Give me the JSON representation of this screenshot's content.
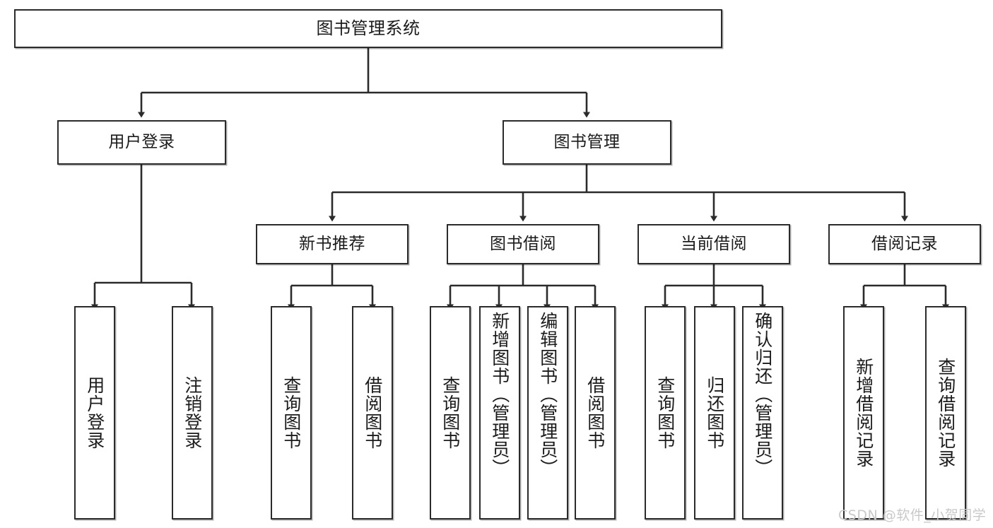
{
  "diagram": {
    "title": "图书管理系统",
    "type": "功能结构图",
    "watermark": "CSDN @软件_小贺同学",
    "colors": {
      "stroke": "#2b2b2b",
      "fill": "#ffffff",
      "text": "#1b1b1b",
      "watermark": "#c9c9c9"
    },
    "nodes": {
      "root": {
        "label": "图书管理系统"
      },
      "level2": [
        {
          "id": "user-login",
          "label": "用户登录"
        },
        {
          "id": "book-manage",
          "label": "图书管理"
        }
      ],
      "level3": [
        {
          "id": "new-book-recommend",
          "label": "新书推荐"
        },
        {
          "id": "book-borrow",
          "label": "图书借阅"
        },
        {
          "id": "current-borrow",
          "label": "当前借阅"
        },
        {
          "id": "borrow-record",
          "label": "借阅记录"
        }
      ],
      "leaves": {
        "user-login": [
          {
            "id": "leaf-user-login",
            "label": "用户登录"
          },
          {
            "id": "leaf-logout",
            "label": "注销登录"
          }
        ],
        "new-book-recommend": [
          {
            "id": "leaf-query-book-1",
            "label": "查询图书"
          },
          {
            "id": "leaf-borrow-book-1",
            "label": "借阅图书"
          }
        ],
        "book-borrow": [
          {
            "id": "leaf-query-book-2",
            "label": "查询图书"
          },
          {
            "id": "leaf-add-book",
            "label": "新增图书（管理员）"
          },
          {
            "id": "leaf-edit-book",
            "label": "编辑图书（管理员）"
          },
          {
            "id": "leaf-borrow-book-2",
            "label": "借阅图书"
          }
        ],
        "current-borrow": [
          {
            "id": "leaf-query-book-3",
            "label": "查询图书"
          },
          {
            "id": "leaf-return-book",
            "label": "归还图书"
          },
          {
            "id": "leaf-confirm-return",
            "label": "确认归还（管理员）"
          }
        ],
        "borrow-record": [
          {
            "id": "leaf-add-record",
            "label": "新增借阅记录"
          },
          {
            "id": "leaf-query-record",
            "label": "查询借阅记录"
          }
        ]
      }
    }
  }
}
